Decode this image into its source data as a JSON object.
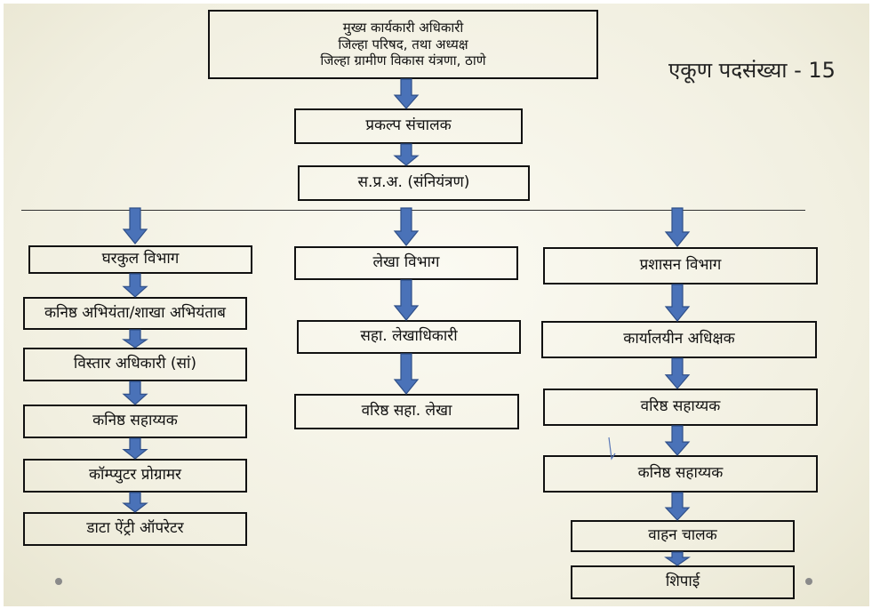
{
  "chart": {
    "top_box": {
      "lines": [
        "मुख्य कार्यकारी अधिकारी",
        "जिल्हा परिषद, तथा अध्यक्ष",
        "जिल्हा ग्रामीण विकास यंत्रणा, ठाणे"
      ]
    },
    "level2": "प्रकल्प संचालक",
    "level3": "स.प्र.अ. (संनियंत्रण)",
    "total_posts": "एकूण पदसंख्या - 15",
    "left_column": [
      "घरकुल विभाग",
      "कनिष्ठ अभियंता/शाखा अभियंताब",
      "विस्तार अधिकारी (सां)",
      "कनिष्ठ सहाय्यक",
      "कॉम्प्युटर प्रोग्रामर",
      "डाटा ऐंट्री ऑपरेटर"
    ],
    "middle_column": [
      "लेखा विभाग",
      "सहा. लेखाधिकारी",
      "वरिष्ठ सहा. लेखा"
    ],
    "right_column": [
      "प्रशासन विभाग",
      "कार्यालयीन अधिक्षक",
      "वरिष्ठ सहाय्यक",
      "कनिष्ठ सहाय्यक",
      "वाहन चालक",
      "शिपाई"
    ],
    "colors": {
      "arrow": "#4a72b8",
      "arrow_stroke": "#2f4f88",
      "border": "#111111"
    }
  }
}
